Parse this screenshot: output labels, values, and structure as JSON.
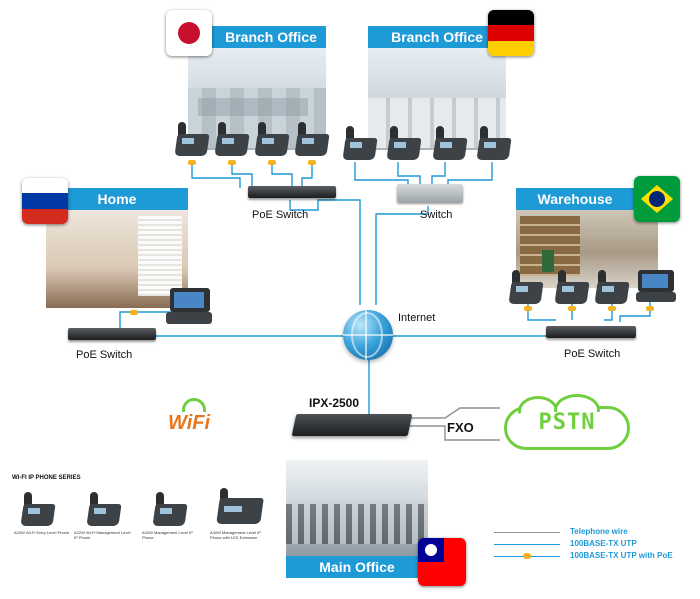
{
  "sites": {
    "branch_jp": "Branch Office",
    "branch_de": "Branch Office",
    "home": "Home",
    "warehouse": "Warehouse",
    "main": "Main Office"
  },
  "devices": {
    "poe_switch_top": "PoE Switch",
    "switch_top": "Switch",
    "poe_switch_left": "PoE Switch",
    "poe_switch_right": "PoE Switch",
    "internet": "Internet",
    "pbx": "IPX-2500",
    "fxo": "FXO",
    "pstn": "PSTN"
  },
  "wifi": {
    "logo_text": "WiFi"
  },
  "phone_series": {
    "title": "WI-FI IP PHONE SERIES",
    "phones": [
      "A20W Wi-Fi Entry Level Phone",
      "A22W Wi-Fi Management Level IP Phone",
      "A32W Management Level IP Phone",
      "A40W Management Level IP Phone with LED Extension"
    ]
  },
  "legend": {
    "items": [
      {
        "label": "Telephone wire",
        "color": "#8c9296"
      },
      {
        "label": "100BASE-TX UTP",
        "color": "#1e9ad6"
      },
      {
        "label": "100BASE-TX UTP with PoE",
        "color": "#1e9ad6"
      }
    ]
  },
  "colors": {
    "accent": "#1e9ad6",
    "poe": "#f3b21e",
    "pstn": "#6fcf3f",
    "telephone": "#8c9296"
  }
}
